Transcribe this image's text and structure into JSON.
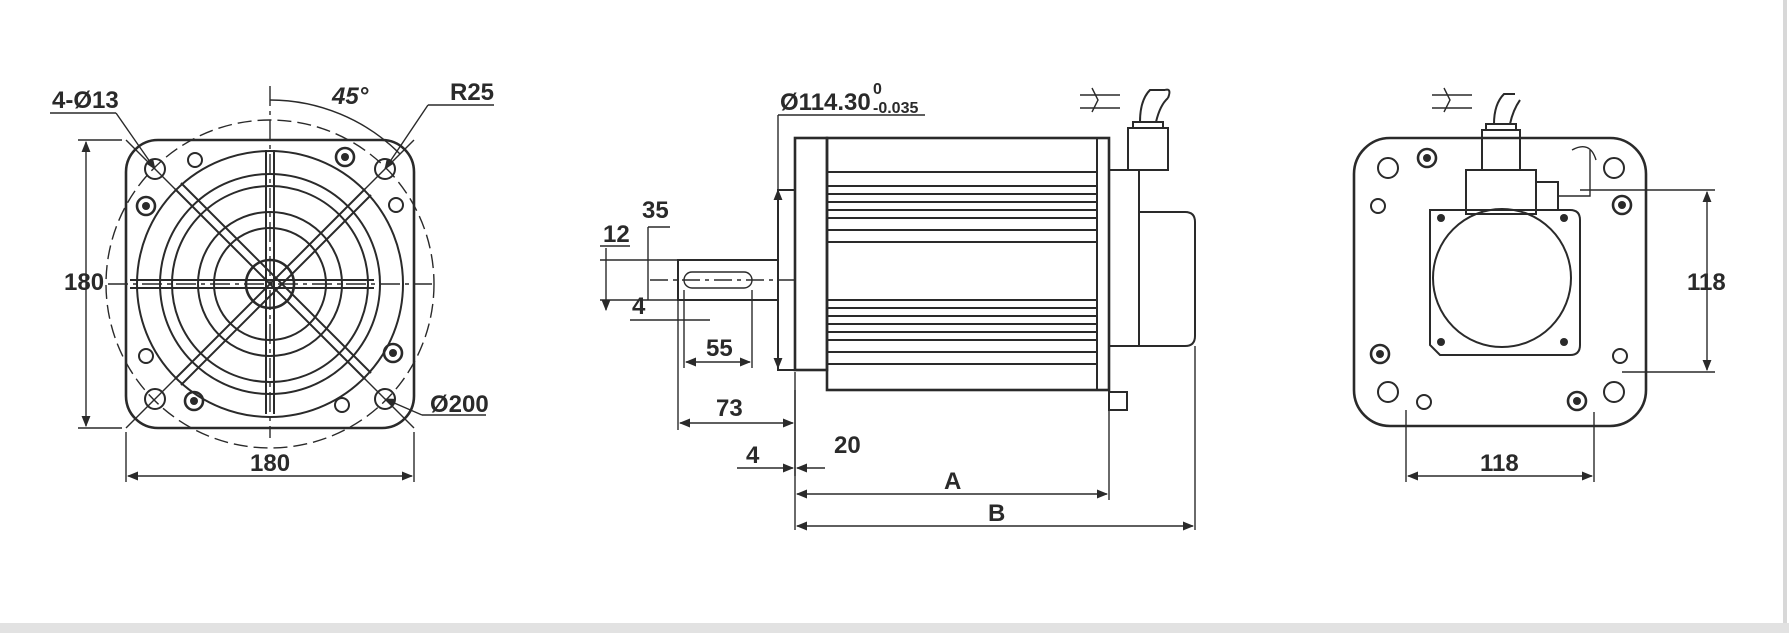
{
  "front_view": {
    "holes_label": "4-Ø13",
    "radius_label": "R25",
    "angle_label": "45°",
    "height_dim": "180",
    "width_dim": "180",
    "pitch_circle_label": "Ø200"
  },
  "side_view": {
    "pilot_diameter_label": "Ø114.30",
    "tol_upper": "0",
    "tol_lower": "-0.035",
    "key_height_dim": "12",
    "shaft_dim_35": "35",
    "key_width_dim": "4",
    "key_length_dim": "55",
    "shaft_length_dim": "73",
    "flange_offset_dim": "4",
    "flange_thickness_dim": "20",
    "length_a_label": "A",
    "length_b_label": "B"
  },
  "rear_view": {
    "vertical_dim": "118",
    "horizontal_dim": "118"
  }
}
